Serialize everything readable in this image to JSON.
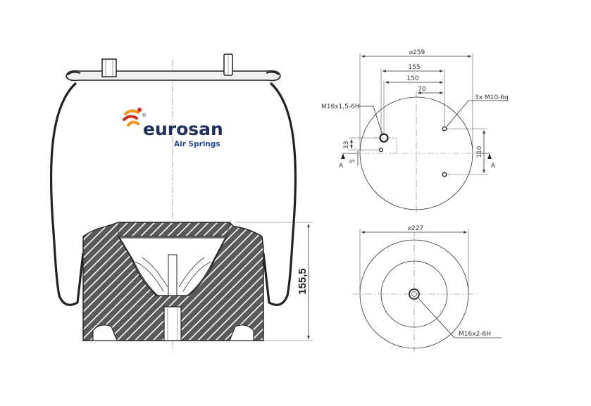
{
  "brand": {
    "name": "eurosan",
    "tagline": "Air Springs",
    "registered_mark": "®",
    "colors": {
      "text": "#1f2f5c",
      "sub": "#2a4a9a",
      "logo_red": "#d62b1f",
      "logo_orange": "#f29a1a"
    }
  },
  "side_view": {
    "height_label": "155,5"
  },
  "top_view": {
    "diameter_label": "⌀259",
    "dim_155": "155",
    "dim_150": "150",
    "dim_70": "70",
    "dim_33": "33",
    "dim_5": "5",
    "dim_110": "110",
    "thread_port": "M16x1,5-6H",
    "studs": "3x M10-6g",
    "section_left": "A",
    "section_right": "A"
  },
  "bottom_view": {
    "diameter_label": "⌀227",
    "thread": "M16x2-6H"
  }
}
